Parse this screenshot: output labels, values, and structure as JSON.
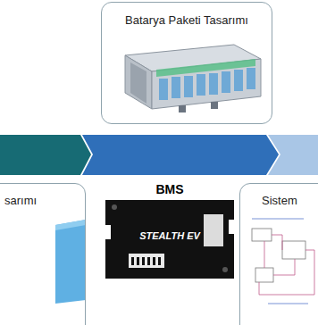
{
  "diagram": {
    "nodes": [
      {
        "text": [
          "Batarya Paketi Tasarımı"
        ]
      },
      {
        "text": [
          "sarımı"
        ]
      },
      {
        "text": [
          "Sistem"
        ]
      }
    ],
    "labels": [
      "BMS",
      "STEALTH EV"
    ]
  }
}
